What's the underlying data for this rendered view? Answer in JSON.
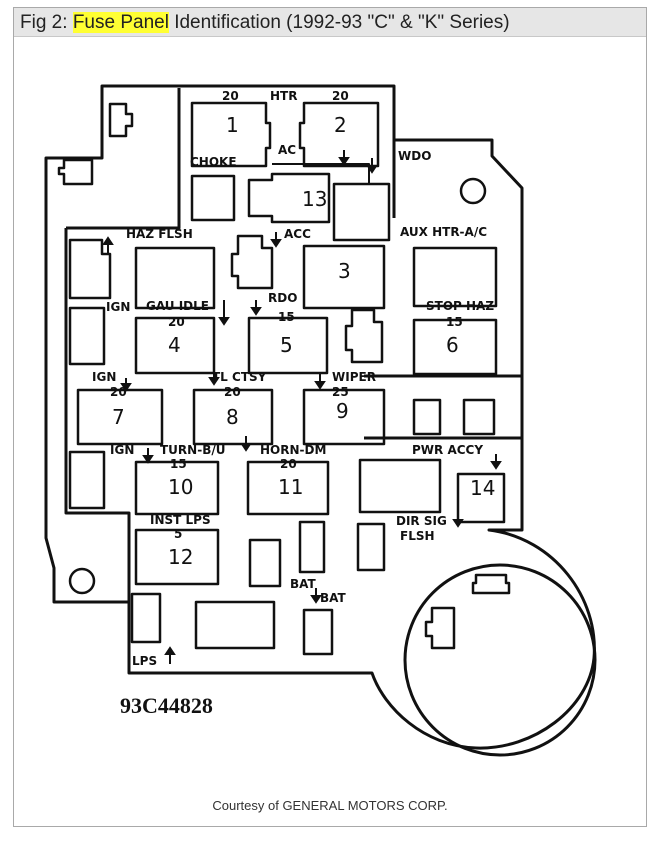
{
  "title": {
    "prefix": "Fig 2: ",
    "highlight": "Fuse Panel",
    "rest": " Identification (1992-93 \"C\" & \"K\" Series)",
    "highlight_color": "#ffff33"
  },
  "diagram": {
    "part_number": "93C44828",
    "labels": {
      "htr": "HTR",
      "ac": "AC",
      "choke": "CHOKE",
      "wdo": "WDO",
      "haz_flsh": "HAZ FLSH",
      "acc": "ACC",
      "aux_htr": "AUX HTR-A/C",
      "ign_1": "IGN",
      "gau_idle": "GAU IDLE",
      "rdo": "RDO",
      "stop_haz": "STOP HAZ",
      "ign_2": "IGN",
      "tl_ctsy": "TL CTSY",
      "wiper": "WIPER",
      "ign_3": "IGN",
      "turn_bu": "TURN-B/U",
      "horn_dm": "HORN-DM",
      "pwr_accy": "PWR ACCY",
      "inst_lps": "INST LPS",
      "dir_sig": "DIR SIG",
      "flsh": "FLSH",
      "bat_1": "BAT",
      "bat_2": "BAT",
      "lps": "LPS"
    },
    "fuses": [
      {
        "number": "1",
        "amps": "20"
      },
      {
        "number": "2",
        "amps": "20"
      },
      {
        "number": "3",
        "amps": ""
      },
      {
        "number": "4",
        "amps": "20"
      },
      {
        "number": "5",
        "amps": "15"
      },
      {
        "number": "6",
        "amps": "15"
      },
      {
        "number": "7",
        "amps": "20"
      },
      {
        "number": "8",
        "amps": "20"
      },
      {
        "number": "9",
        "amps": "25"
      },
      {
        "number": "10",
        "amps": "15"
      },
      {
        "number": "11",
        "amps": "20"
      },
      {
        "number": "12",
        "amps": "5"
      },
      {
        "number": "13",
        "amps": ""
      },
      {
        "number": "14",
        "amps": ""
      }
    ]
  },
  "credit": "Courtesy of GENERAL MOTORS CORP."
}
